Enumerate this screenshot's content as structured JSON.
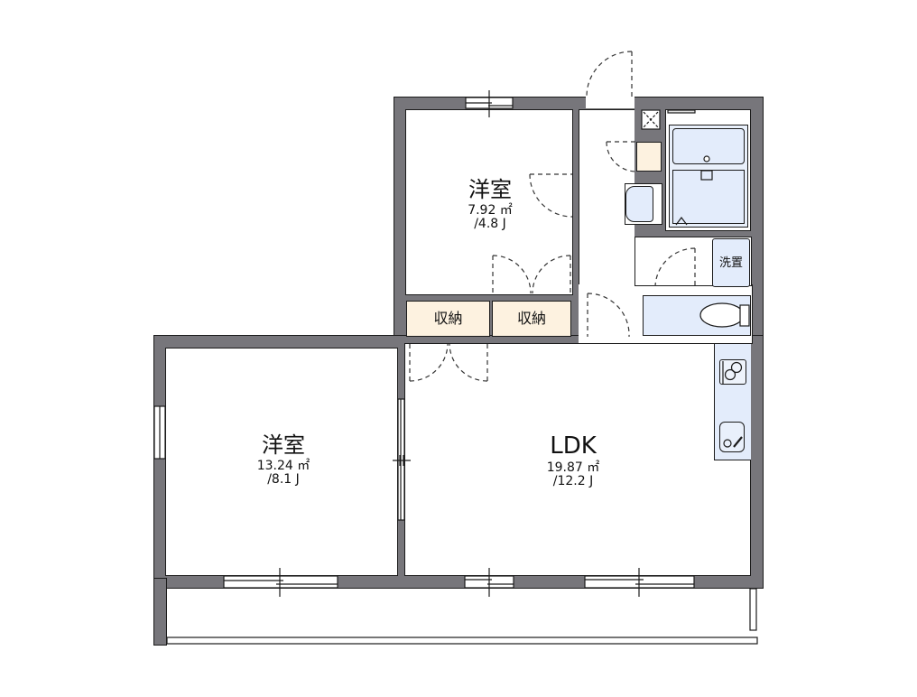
{
  "floorplan": {
    "rooms": [
      {
        "id": "western-room-north",
        "name": "洋室",
        "area": "7.92 ㎡",
        "tatami": "/4.8 J"
      },
      {
        "id": "western-room-west",
        "name": "洋室",
        "area": "13.24 ㎡",
        "tatami": "/8.1 J"
      },
      {
        "id": "ldk",
        "name": "LDK",
        "area": "19.87 ㎡",
        "tatami": "/12.2 J"
      }
    ],
    "storage": [
      {
        "id": "closet-1",
        "label": "収納"
      },
      {
        "id": "closet-2",
        "label": "収納"
      }
    ],
    "fixtures": {
      "laundry_space": "洗置"
    },
    "colors": {
      "wall": "#77767b",
      "storage_fill": "#fdf2e0",
      "wet_area_fill": "#e3ecfb",
      "outline": "#1b1b1b"
    }
  }
}
